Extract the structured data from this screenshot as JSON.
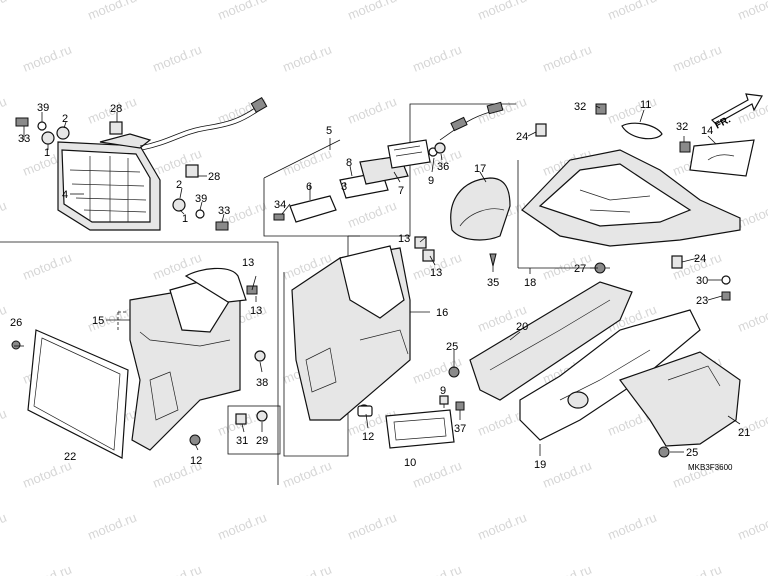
{
  "watermark": "motod.ru",
  "diagram_code": "MKB3F3600",
  "direction_label": "FR.",
  "callouts": {
    "c1a": "1",
    "c1b": "1",
    "c2a": "2",
    "c2b": "2",
    "c3": "3",
    "c4": "4",
    "c5": "5",
    "c6": "6",
    "c7": "7",
    "c8": "8",
    "c9a": "9",
    "c9b": "9",
    "c10": "10",
    "c11": "11",
    "c12a": "12",
    "c12b": "12",
    "c13a": "13",
    "c13b": "13",
    "c13c": "13",
    "c13d": "13",
    "c14": "14",
    "c15": "15",
    "c16": "16",
    "c17": "17",
    "c18": "18",
    "c19": "19",
    "c20": "20",
    "c21": "21",
    "c22": "22",
    "c23": "23",
    "c24a": "24",
    "c24b": "24",
    "c25a": "25",
    "c25b": "25",
    "c26": "26",
    "c27": "27",
    "c28a": "28",
    "c28b": "28",
    "c29": "29",
    "c30": "30",
    "c31": "31",
    "c32a": "32",
    "c32b": "32",
    "c33a": "33",
    "c33b": "33",
    "c34": "34",
    "c35": "35",
    "c36": "36",
    "c37": "37",
    "c38": "38",
    "c39a": "39",
    "c39b": "39"
  },
  "colors": {
    "line": "#111111",
    "watermark": "#b5b5b5",
    "background": "#ffffff"
  }
}
